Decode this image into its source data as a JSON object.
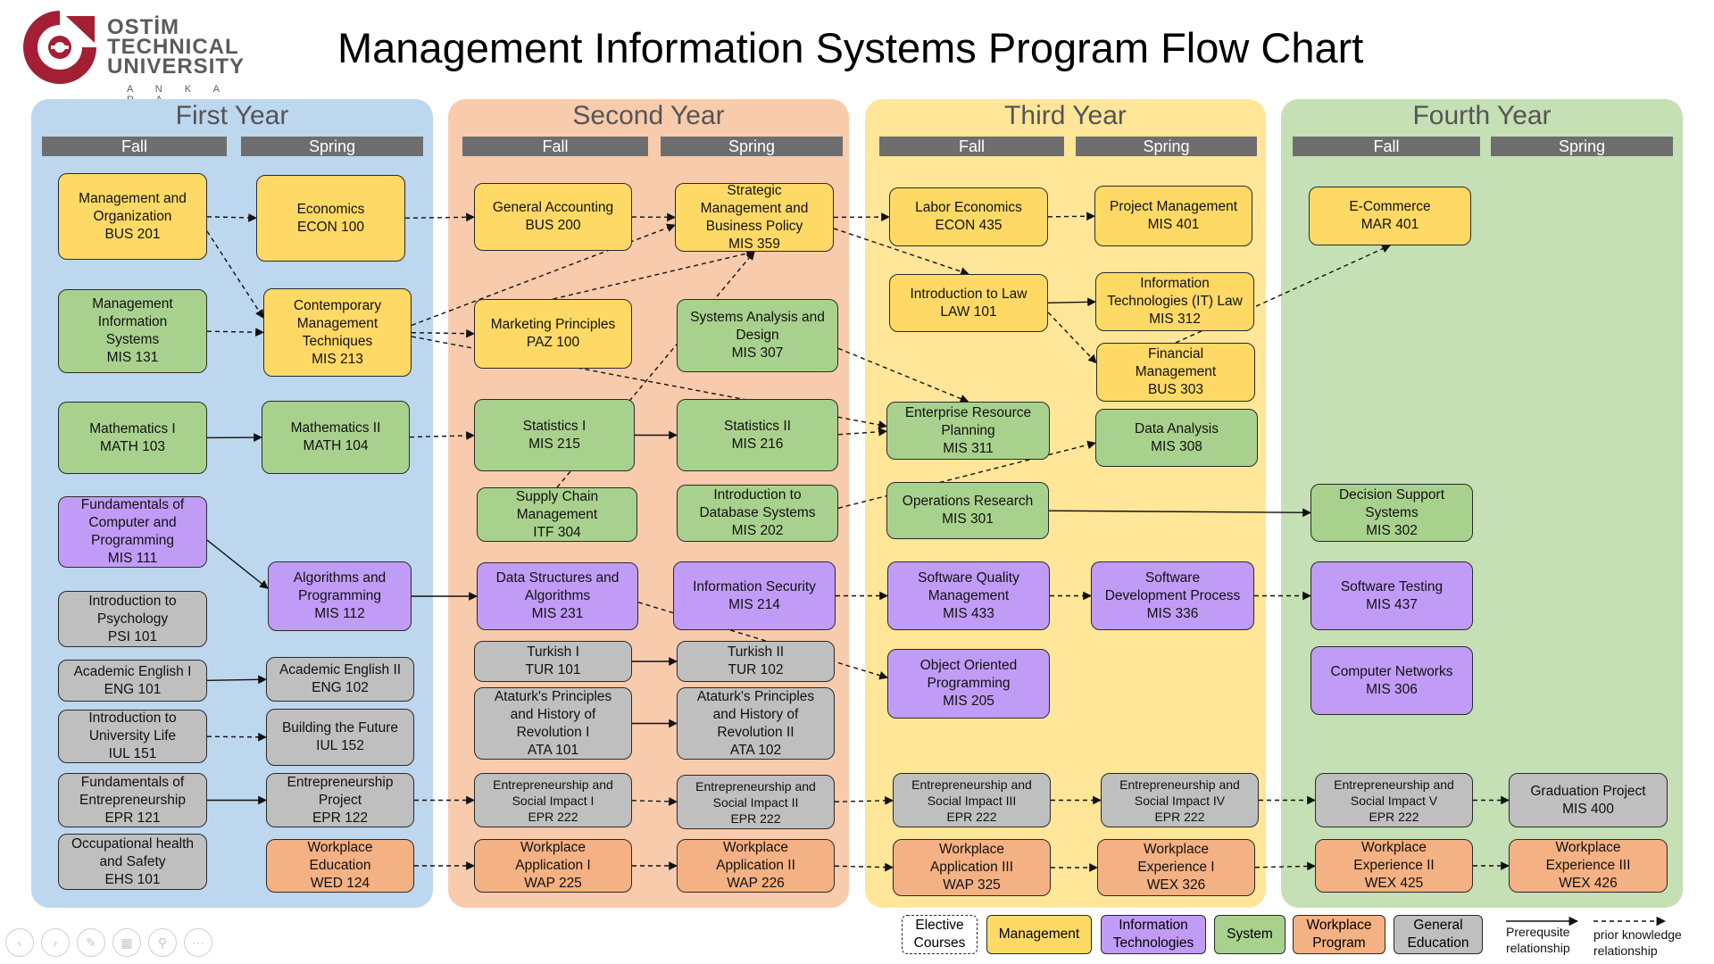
{
  "brand": {
    "university_lines": [
      "OSTİM",
      "TECHNICAL",
      "UNIVERSITY"
    ],
    "city": "A N K A R A",
    "color": "#a31f34"
  },
  "title": "Management Information Systems Program Flow Chart",
  "years": [
    {
      "title": "First Year",
      "color": "#bdd7ee",
      "semesters": [
        "Fall",
        "Spring"
      ]
    },
    {
      "title": "Second Year",
      "color": "#f8cbad",
      "semesters": [
        "Fall",
        "Spring"
      ]
    },
    {
      "title": "Third Year",
      "color": "#ffe699",
      "semesters": [
        "Fall",
        "Spring"
      ]
    },
    {
      "title": "Fourth Year",
      "color": "#c5e0b4",
      "semesters": [
        "Fall",
        "Spring"
      ]
    }
  ],
  "courses": {
    "bus201": {
      "lines": [
        "Management and",
        "Organization",
        "BUS 201"
      ],
      "category": "mgmt"
    },
    "econ100": {
      "lines": [
        "Economics",
        "ECON 100"
      ],
      "category": "mgmt"
    },
    "mis131": {
      "lines": [
        "Management",
        "Information",
        "Systems",
        "MIS 131"
      ],
      "category": "sys"
    },
    "mis213": {
      "lines": [
        "Contemporary",
        "Management",
        "Techniques",
        "MIS 213"
      ],
      "category": "mgmt"
    },
    "math103": {
      "lines": [
        "Mathematics I",
        "MATH 103"
      ],
      "category": "sys"
    },
    "math104": {
      "lines": [
        "Mathematics II",
        "MATH 104"
      ],
      "category": "sys"
    },
    "mis111": {
      "lines": [
        "Fundamentals of",
        "Computer and",
        "Programming",
        "MIS 111"
      ],
      "category": "it"
    },
    "mis112": {
      "lines": [
        "Algorithms and",
        "Programming",
        "MIS 112"
      ],
      "category": "it"
    },
    "psi101": {
      "lines": [
        "Introduction to",
        "Psychology",
        "PSI 101"
      ],
      "category": "gen"
    },
    "eng101": {
      "lines": [
        "Academic English I",
        "ENG 101"
      ],
      "category": "gen"
    },
    "eng102": {
      "lines": [
        "Academic English II",
        "ENG 102"
      ],
      "category": "gen"
    },
    "iul151": {
      "lines": [
        "Introduction to",
        "University Life",
        "IUL 151"
      ],
      "category": "gen"
    },
    "iul152": {
      "lines": [
        "Building the Future",
        "IUL 152"
      ],
      "category": "gen"
    },
    "epr121": {
      "lines": [
        "Fundamentals of",
        "Entrepreneurship",
        "EPR 121"
      ],
      "category": "gen"
    },
    "epr122": {
      "lines": [
        "Entrepreneurship",
        "Project",
        "EPR 122"
      ],
      "category": "gen"
    },
    "ehs101": {
      "lines": [
        "Occupational health",
        "and Safety",
        "EHS 101"
      ],
      "category": "gen"
    },
    "wed124": {
      "lines": [
        "Workplace",
        "Education",
        "WED 124"
      ],
      "category": "wp"
    },
    "bus200": {
      "lines": [
        "General Accounting",
        "BUS 200"
      ],
      "category": "mgmt"
    },
    "mis359": {
      "lines": [
        "Strategic",
        "Management and",
        "Business Policy",
        "MIS 359"
      ],
      "category": "mgmt"
    },
    "paz100": {
      "lines": [
        "Marketing Principles",
        "PAZ 100"
      ],
      "category": "mgmt"
    },
    "mis307": {
      "lines": [
        "Systems Analysis and",
        "Design",
        "MIS 307"
      ],
      "category": "sys"
    },
    "mis215": {
      "lines": [
        "Statistics I",
        "MIS 215"
      ],
      "category": "sys"
    },
    "mis216": {
      "lines": [
        "Statistics II",
        "MIS 216"
      ],
      "category": "sys"
    },
    "itf304": {
      "lines": [
        "Supply Chain",
        "Management",
        "ITF 304"
      ],
      "category": "sys"
    },
    "mis202": {
      "lines": [
        "Introduction to",
        "Database Systems",
        "MIS 202"
      ],
      "category": "sys"
    },
    "mis231": {
      "lines": [
        "Data Structures and",
        "Algorithms",
        "MIS 231"
      ],
      "category": "it"
    },
    "mis214": {
      "lines": [
        "Information Security",
        "MIS 214"
      ],
      "category": "it"
    },
    "tur101": {
      "lines": [
        "Turkish I",
        "TUR 101"
      ],
      "category": "gen"
    },
    "tur102": {
      "lines": [
        "Turkish II",
        "TUR 102"
      ],
      "category": "gen"
    },
    "ata101": {
      "lines": [
        "Ataturk's Principles",
        "and History of",
        "Revolution I",
        "ATA 101"
      ],
      "category": "gen"
    },
    "ata102": {
      "lines": [
        "Ataturk's Principles",
        "and History of",
        "Revolution II",
        "ATA 102"
      ],
      "category": "gen"
    },
    "epr222a": {
      "lines": [
        "Entrepreneurship and",
        "Social Impact I",
        "EPR 222"
      ],
      "category": "gen"
    },
    "epr222b": {
      "lines": [
        "Entrepreneurship and",
        "Social Impact II",
        "EPR 222"
      ],
      "category": "gen"
    },
    "wap225": {
      "lines": [
        "Workplace",
        "Application I",
        "WAP  225"
      ],
      "category": "wp"
    },
    "wap226": {
      "lines": [
        "Workplace",
        "Application II",
        "WAP 226"
      ],
      "category": "wp"
    },
    "econ435": {
      "lines": [
        "Labor Economics",
        "ECON 435"
      ],
      "category": "mgmt"
    },
    "mis401": {
      "lines": [
        "Project Management",
        "MIS 401"
      ],
      "category": "mgmt"
    },
    "law101": {
      "lines": [
        "Introduction to Law",
        "LAW 101"
      ],
      "category": "mgmt"
    },
    "mis312": {
      "lines": [
        "Information",
        "Technologies (IT) Law",
        "MIS 312"
      ],
      "category": "mgmt"
    },
    "bus303": {
      "lines": [
        "Financial",
        "Management",
        "BUS 303"
      ],
      "category": "mgmt"
    },
    "mis311": {
      "lines": [
        "Enterprise Resource",
        "Planning",
        "MIS 311"
      ],
      "category": "sys"
    },
    "mis308": {
      "lines": [
        "Data Analysis",
        "MIS 308"
      ],
      "category": "sys"
    },
    "mis301": {
      "lines": [
        "Operations Research",
        "MIS 301"
      ],
      "category": "sys"
    },
    "mis433": {
      "lines": [
        "Software Quality",
        "Management",
        "MIS 433"
      ],
      "category": "it"
    },
    "mis336": {
      "lines": [
        "Software",
        "Development Process",
        "MIS 336"
      ],
      "category": "it"
    },
    "mis205": {
      "lines": [
        "Object Oriented",
        "Programming",
        "MIS 205"
      ],
      "category": "it"
    },
    "epr222c": {
      "lines": [
        "Entrepreneurship and",
        "Social Impact III",
        "EPR 222"
      ],
      "category": "gen"
    },
    "epr222d": {
      "lines": [
        "Entrepreneurship and",
        "Social Impact IV",
        "EPR 222"
      ],
      "category": "gen"
    },
    "wap325": {
      "lines": [
        "Workplace",
        "Application III",
        "WAP 325"
      ],
      "category": "wp"
    },
    "wex326": {
      "lines": [
        "Workplace",
        "Experience I",
        "WEX 326"
      ],
      "category": "wp"
    },
    "mar401": {
      "lines": [
        "E-Commerce",
        "MAR 401"
      ],
      "category": "mgmt"
    },
    "mis302": {
      "lines": [
        "Decision Support",
        "Systems",
        "MIS 302"
      ],
      "category": "sys"
    },
    "mis437": {
      "lines": [
        "Software Testing",
        "MIS 437"
      ],
      "category": "it"
    },
    "mis306": {
      "lines": [
        "Computer Networks",
        "MIS 306"
      ],
      "category": "it"
    },
    "epr222e": {
      "lines": [
        "Entrepreneurship and",
        "Social Impact V",
        "EPR 222"
      ],
      "category": "gen"
    },
    "mis400": {
      "lines": [
        "Graduation Project",
        "MIS 400"
      ],
      "category": "gen"
    },
    "wex425": {
      "lines": [
        "Workplace",
        "Experience II",
        "WEX 425"
      ],
      "category": "wp"
    },
    "wex426": {
      "lines": [
        "Workplace",
        "Experience III",
        "WEX 426"
      ],
      "category": "wp"
    }
  },
  "category_colors": {
    "mgmt": "#ffd966",
    "it": "#c19cf7",
    "sys": "#a9d18e",
    "wp": "#f4b183",
    "gen": "#bfbfbf"
  },
  "edges": [
    {
      "from": "bus201",
      "to": "econ100",
      "type": "dashed"
    },
    {
      "from": "bus201",
      "to": "mis213",
      "type": "dashed"
    },
    {
      "from": "mis131",
      "to": "mis213",
      "type": "dashed"
    },
    {
      "from": "mis213",
      "to": "paz100",
      "type": "dashed"
    },
    {
      "from": "mis213",
      "to": "mis359",
      "type": "dashed"
    },
    {
      "from": "mis213",
      "to": "mis311",
      "type": "dashed"
    },
    {
      "from": "econ100",
      "to": "bus200",
      "type": "dashed"
    },
    {
      "from": "bus200",
      "to": "mis359",
      "type": "dashed"
    },
    {
      "from": "paz100",
      "to": "mis359",
      "type": "dashed"
    },
    {
      "from": "itf304",
      "to": "mis359",
      "type": "dashed"
    },
    {
      "from": "mis359",
      "to": "econ435",
      "type": "dashed"
    },
    {
      "from": "mis359",
      "to": "law101",
      "type": "dashed"
    },
    {
      "from": "econ435",
      "to": "mis401",
      "type": "dashed"
    },
    {
      "from": "law101",
      "to": "mis312",
      "type": "solid"
    },
    {
      "from": "law101",
      "to": "bus303",
      "type": "dashed"
    },
    {
      "from": "bus303",
      "to": "mar401",
      "type": "dashed"
    },
    {
      "from": "mis307",
      "to": "mis311",
      "type": "dashed"
    },
    {
      "from": "math103",
      "to": "math104",
      "type": "solid"
    },
    {
      "from": "math104",
      "to": "mis215",
      "type": "dashed"
    },
    {
      "from": "mis215",
      "to": "mis216",
      "type": "solid"
    },
    {
      "from": "mis216",
      "to": "mis311",
      "type": "dashed"
    },
    {
      "from": "mis202",
      "to": "mis308",
      "type": "dashed"
    },
    {
      "from": "mis301",
      "to": "mis302",
      "type": "solid"
    },
    {
      "from": "mis111",
      "to": "mis112",
      "type": "solid"
    },
    {
      "from": "mis112",
      "to": "mis231",
      "type": "solid"
    },
    {
      "from": "mis231",
      "to": "mis205",
      "type": "dashed"
    },
    {
      "from": "mis214",
      "to": "mis433",
      "type": "dashed"
    },
    {
      "from": "mis433",
      "to": "mis336",
      "type": "dashed"
    },
    {
      "from": "mis336",
      "to": "mis437",
      "type": "dashed"
    },
    {
      "from": "eng101",
      "to": "eng102",
      "type": "solid"
    },
    {
      "from": "iul151",
      "to": "iul152",
      "type": "dashed"
    },
    {
      "from": "tur101",
      "to": "tur102",
      "type": "solid"
    },
    {
      "from": "ata101",
      "to": "ata102",
      "type": "solid"
    },
    {
      "from": "epr121",
      "to": "epr122",
      "type": "solid"
    },
    {
      "from": "epr122",
      "to": "epr222a",
      "type": "dashed"
    },
    {
      "from": "epr222a",
      "to": "epr222b",
      "type": "dashed"
    },
    {
      "from": "epr222b",
      "to": "epr222c",
      "type": "dashed"
    },
    {
      "from": "epr222c",
      "to": "epr222d",
      "type": "dashed"
    },
    {
      "from": "epr222d",
      "to": "epr222e",
      "type": "dashed"
    },
    {
      "from": "epr222e",
      "to": "mis400",
      "type": "dashed"
    },
    {
      "from": "wed124",
      "to": "wap225",
      "type": "dashed"
    },
    {
      "from": "wap225",
      "to": "wap226",
      "type": "dashed"
    },
    {
      "from": "wap226",
      "to": "wap325",
      "type": "dashed"
    },
    {
      "from": "wap325",
      "to": "wex326",
      "type": "dashed"
    },
    {
      "from": "wex326",
      "to": "wex425",
      "type": "dashed"
    },
    {
      "from": "wex425",
      "to": "wex426",
      "type": "dashed"
    }
  ],
  "legend": {
    "elective": [
      "Elective",
      "Courses"
    ],
    "mgmt": [
      "Management"
    ],
    "it": [
      "Information",
      "Technologies"
    ],
    "sys": [
      "System"
    ],
    "wp": [
      "Workplace",
      "Program"
    ],
    "gen": [
      "General",
      "Education"
    ],
    "prereq": [
      "Prerequsite",
      "relationship"
    ],
    "prior": [
      "prior knowledge",
      "relationship"
    ]
  },
  "nav_icons": [
    "back-icon",
    "forward-icon",
    "pen-icon",
    "grid-icon",
    "zoom-icon",
    "more-icon"
  ]
}
